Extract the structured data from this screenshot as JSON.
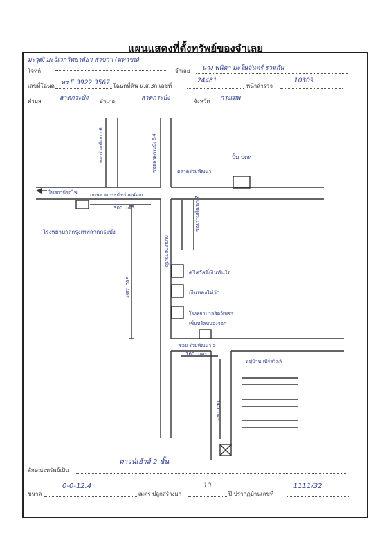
{
  "title": "แผนแสดงที่ตั้งทรัพย์ของจำเลย",
  "form": {
    "case_line": "มะวุฒิ มะวิเวกวิทยาลัยฯ สาขาฯ (มหาชน)",
    "plaintiff_label": "โจทก์",
    "defendant_label": "จำเลย",
    "defendant_value": "นาง พนิดา มะโนจันทร์ ร่วมกัน",
    "deed_label": "เลขที่โฉนด",
    "deed_value": "ทร.E 3922 3567",
    "land_label": "โฉนดที่ดิน น.ส.3ก เลขที่",
    "land_value": "24481",
    "survey_label": "หน้าสำรวจ",
    "survey_value": "10309",
    "subdistrict_label": "ตำบล",
    "subdistrict_value": "ลาดกระบัง",
    "district_label": "อำเภอ",
    "district_value": "ลาดกระบัง",
    "province_label": "จังหวัด",
    "province_value": "กรุงเทพ",
    "property_label": "ลักษณะทรัพย์เป็น",
    "property_value": "ทาวน์เฮ้าส์ 2 ชั้น",
    "size_label": "ขนาด",
    "size_value": "0-0-12.4",
    "age_label": "เมตร ปลูกสร้างมา",
    "age_value": "13",
    "house_no_label": "ปี ปรากฏบ้านเลขที่",
    "house_no_value": "1111/32"
  },
  "map": {
    "soi_left": "ซอยร่วมพัฒนา 6",
    "road_main": "ถนนลาดกระบัง-ร่วมพัฒนา",
    "to_station": "ไปสถานีรถไฟ",
    "distance_top": "300 เมตร",
    "distance_left": "300 เมตร",
    "hospital": "โรงพยาบาลกรุงเทพลาดกระบัง",
    "ptt": "ปั้ม ปตท",
    "market": "ตลาดร่วมพัฒนา",
    "soi_right": "ซอยร่วมพัฒนา 7",
    "road_vertical": "ถนนลาดกระบัง",
    "soi_top": "ซอยลาดกระบัง 54",
    "shop_1": "ศรีสวัสดิ์เงินทันใจ",
    "shop_2": "เงินทองไม่ว่า",
    "shop_3": "โรงพยาบาลสัตว์เพชร",
    "shop_4": "เซ็นทรัลหนองจอก",
    "soi_bottom": "ซอย ร่วมพัฒนา 5",
    "distance_160": "160 เมตร",
    "distance_140": "140 เมตร",
    "village": "หมู่บ้าน เพิร์ลวิลล์"
  }
}
